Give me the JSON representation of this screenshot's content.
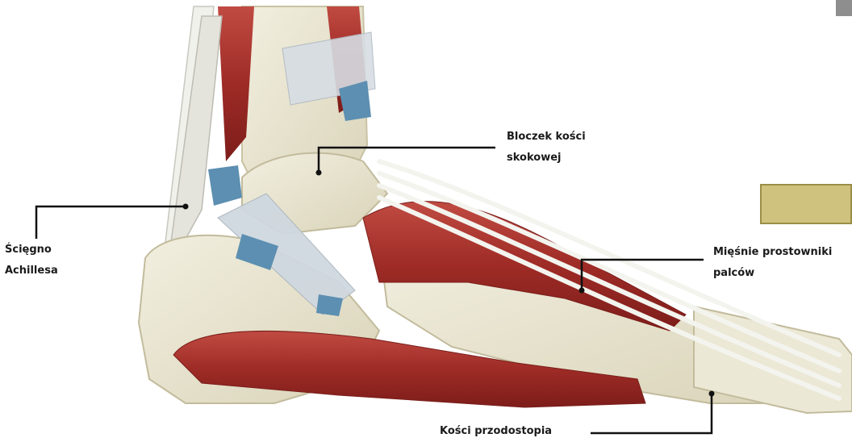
{
  "labels": {
    "achilles_line1": "Ścięgno",
    "achilles_line2": "Achillesa",
    "talus_line1": "Bloczek kości",
    "talus_line2": "skokowej",
    "extensors_line1": "Mięśnie prostowniki",
    "extensors_line2": "palców",
    "metatarsals": "Kości przodostopia"
  },
  "colors": {
    "bone": "#e9e4cf",
    "muscle": "#a8332d",
    "tendon": "#f1f1ec",
    "retinaculum": "#c9d3dc",
    "blue_band": "#5c8fb1",
    "accent_box": "#cfc27e",
    "leader_line": "#111111"
  }
}
